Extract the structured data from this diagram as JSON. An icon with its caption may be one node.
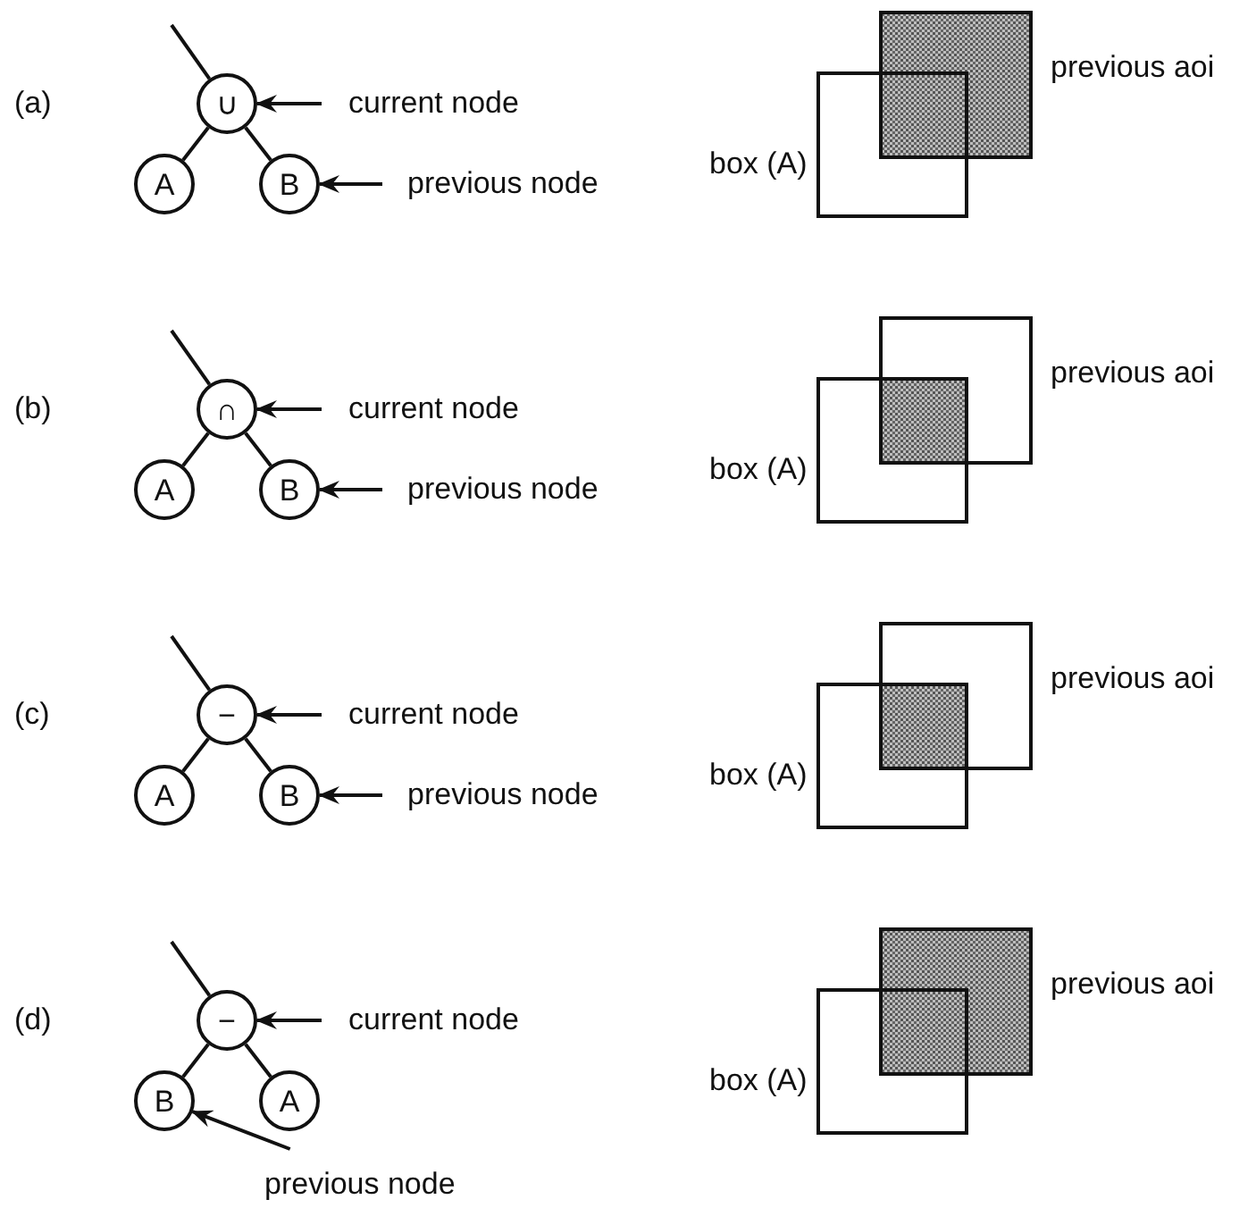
{
  "diagram": {
    "nodes": [
      {
        "text": [
          "∪"
        ]
      },
      {
        "text": [
          "current node"
        ]
      },
      {
        "text": [
          "A"
        ]
      },
      {
        "text": [
          "B"
        ]
      },
      {
        "text": [
          "previous node"
        ]
      },
      {
        "text": [
          "∩"
        ]
      },
      {
        "text": [
          "current node"
        ]
      },
      {
        "text": [
          "A"
        ]
      },
      {
        "text": [
          "B"
        ]
      },
      {
        "text": [
          "previous node"
        ]
      },
      {
        "text": [
          "−"
        ]
      },
      {
        "text": [
          "current node"
        ]
      },
      {
        "text": [
          "A"
        ]
      },
      {
        "text": [
          "B"
        ]
      },
      {
        "text": [
          "previous node"
        ]
      },
      {
        "text": [
          "−"
        ]
      },
      {
        "text": [
          "current node"
        ]
      },
      {
        "text": [
          "B"
        ]
      },
      {
        "text": [
          "A"
        ]
      },
      {
        "text": [
          "previous node"
        ]
      }
    ],
    "edges": [
      {
        "from": null,
        "to": 0,
        "arrow": "none"
      },
      {
        "from": 0,
        "to": 2,
        "arrow": "none"
      },
      {
        "from": 0,
        "to": 3,
        "arrow": "none"
      },
      {
        "from": 1,
        "to": 0,
        "arrow": "to"
      },
      {
        "from": 4,
        "to": 3,
        "arrow": "to"
      },
      {
        "from": null,
        "to": 5,
        "arrow": "none"
      },
      {
        "from": 5,
        "to": 7,
        "arrow": "none"
      },
      {
        "from": 5,
        "to": 8,
        "arrow": "none"
      },
      {
        "from": 6,
        "to": 5,
        "arrow": "to"
      },
      {
        "from": 9,
        "to": 8,
        "arrow": "to"
      },
      {
        "from": null,
        "to": 10,
        "arrow": "none"
      },
      {
        "from": 10,
        "to": 12,
        "arrow": "none"
      },
      {
        "from": 10,
        "to": 13,
        "arrow": "none"
      },
      {
        "from": 11,
        "to": 10,
        "arrow": "to"
      },
      {
        "from": 14,
        "to": 13,
        "arrow": "to"
      },
      {
        "from": null,
        "to": 15,
        "arrow": "none"
      },
      {
        "from": 15,
        "to": 17,
        "arrow": "none"
      },
      {
        "from": 15,
        "to": 18,
        "arrow": "none"
      },
      {
        "from": 16,
        "to": 15,
        "arrow": "to"
      },
      {
        "from": 19,
        "to": 17,
        "arrow": "to"
      }
    ],
    "labels": [
      "(a)",
      "previous aoi",
      "box (A)",
      "(b)",
      "previous aoi",
      "box (A)",
      "(c)",
      "previous aoi",
      "box (A)",
      "(d)",
      "previous aoi",
      "box (A)"
    ]
  }
}
